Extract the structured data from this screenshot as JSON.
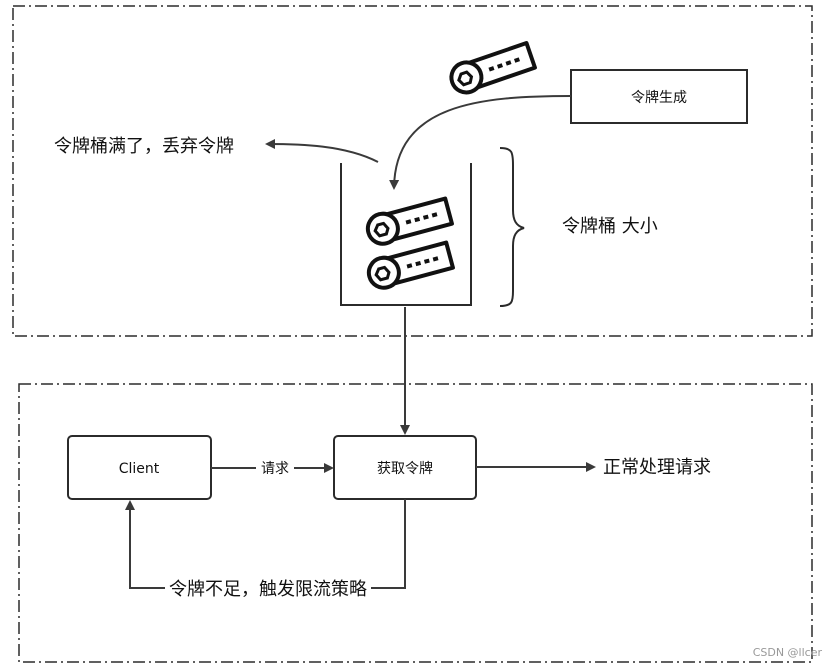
{
  "token_generate_label": "令牌生成",
  "bucket_full_label": "令牌桶满了，丢弃令牌",
  "bucket_size_label": "令牌桶 大小",
  "client_label": "Client",
  "request_label": "请求",
  "get_token_label": "获取令牌",
  "normal_process_label": "正常处理请求",
  "rate_limit_label": "令牌不足，触发限流策略",
  "watermark": "CSDN @llcer",
  "colors": {
    "stroke": "#2b2b2b",
    "arrow": "#3a3a3a",
    "background": "#ffffff"
  }
}
